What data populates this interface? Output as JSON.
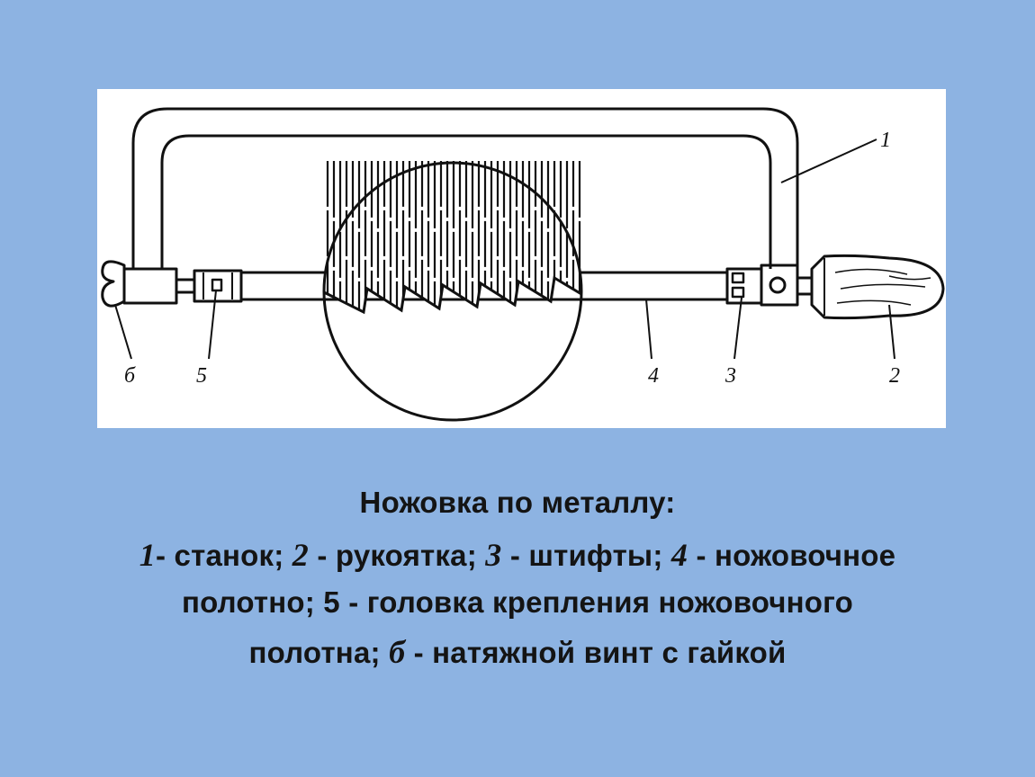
{
  "diagram": {
    "labels": {
      "frame": "1",
      "handle": "2",
      "pins": "3",
      "blade": "4",
      "head": "5",
      "screw": "б"
    }
  },
  "caption": {
    "title": "Ножовка по металлу:",
    "line1": [
      {
        "n": "1",
        "t": "- станок; "
      },
      {
        "n": "2",
        "t": " - рукоятка; "
      },
      {
        "n": "3",
        "t": " - штифты; "
      },
      {
        "n": "4",
        "t": " - ножовочное"
      }
    ],
    "line2": "полотно; 5 - головка крепления ножовочного",
    "line3_pre": "полотна; ",
    "line3_n": "б",
    "line3_post": " - натяжной винт с гайкой"
  }
}
